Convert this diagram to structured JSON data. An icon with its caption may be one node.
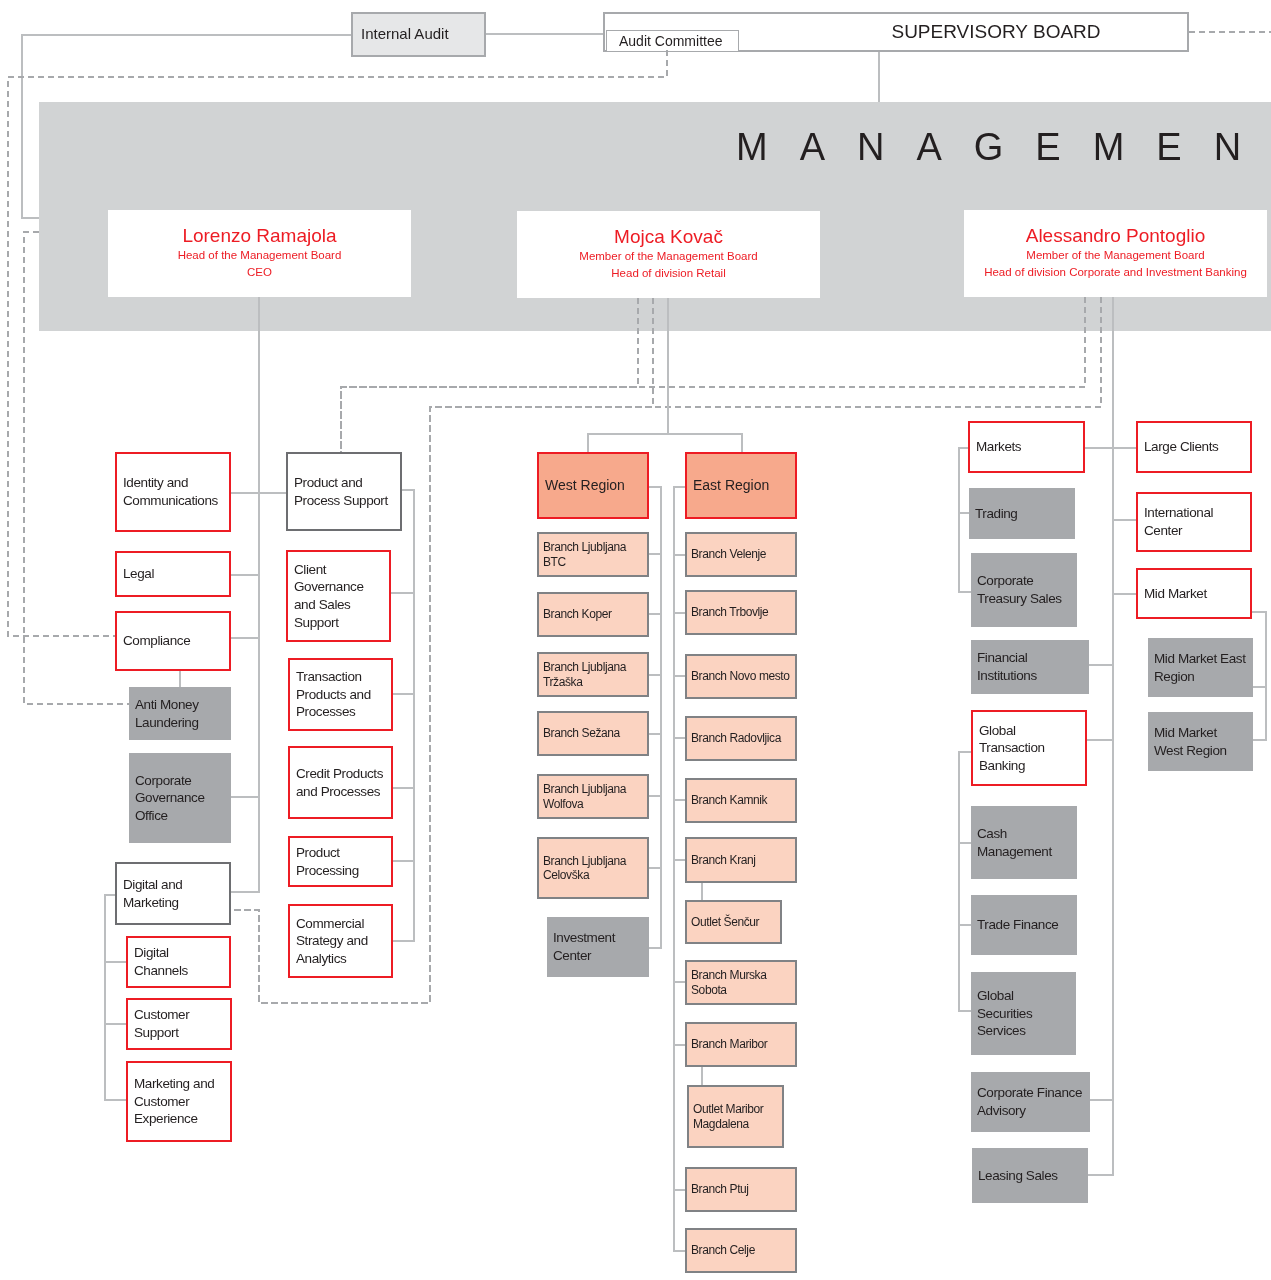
{
  "diagram": {
    "nodes": [
      {
        "text": [
          "Internal Audit"
        ]
      },
      {
        "text": [
          "SUPERVISORY BOARD"
        ]
      },
      {
        "text": [
          "Audit Committee"
        ],
        "in": 1
      },
      {
        "text": [
          "MANAGEMEN"
        ]
      },
      {
        "text": [
          "Lorenzo Ramajola",
          "Head of the Management Board",
          "CEO"
        ],
        "in": 3
      },
      {
        "text": [
          "Mojca Kovač",
          "Member of the Management Board",
          "Head of division Retail"
        ],
        "in": 3
      },
      {
        "text": [
          "Alessandro Pontoglio",
          "Member of the Management Board",
          "Head of division Corporate and Investment Banking"
        ],
        "in": 3
      },
      {
        "text": [
          "Identity and Communications"
        ]
      },
      {
        "text": [
          "Legal"
        ]
      },
      {
        "text": [
          "Compliance"
        ]
      },
      {
        "text": [
          "Anti Money Laundering"
        ]
      },
      {
        "text": [
          "Corporate Governance Office"
        ]
      },
      {
        "text": [
          "Digital and Marketing"
        ]
      },
      {
        "text": [
          "Digital Channels"
        ]
      },
      {
        "text": [
          "Customer Support"
        ]
      },
      {
        "text": [
          "Marketing and Customer Experience"
        ]
      },
      {
        "text": [
          "Product and Process Support"
        ]
      },
      {
        "text": [
          "Client Governance and Sales Support"
        ]
      },
      {
        "text": [
          "Transaction Products and Processes"
        ]
      },
      {
        "text": [
          "Credit Products and Processes"
        ]
      },
      {
        "text": [
          "Product Processing"
        ]
      },
      {
        "text": [
          "Commercial Strategy and Analytics"
        ]
      },
      {
        "text": [
          "West Region"
        ]
      },
      {
        "text": [
          "East Region"
        ]
      },
      {
        "text": [
          "Branch Ljubljana BTC"
        ]
      },
      {
        "text": [
          "Branch Koper"
        ]
      },
      {
        "text": [
          "Branch Ljubljana Tržaška"
        ]
      },
      {
        "text": [
          "Branch Sežana"
        ]
      },
      {
        "text": [
          "Branch Ljubljana Wolfova"
        ]
      },
      {
        "text": [
          "Branch Ljubljana Celovška"
        ]
      },
      {
        "text": [
          "Investment Center"
        ]
      },
      {
        "text": [
          "Branch Velenje"
        ]
      },
      {
        "text": [
          "Branch Trbovlje"
        ]
      },
      {
        "text": [
          "Branch Novo mesto"
        ]
      },
      {
        "text": [
          "Branch Radovljica"
        ]
      },
      {
        "text": [
          "Branch Kamnik"
        ]
      },
      {
        "text": [
          "Branch Kranj"
        ]
      },
      {
        "text": [
          "Outlet Šenčur"
        ]
      },
      {
        "text": [
          "Branch Murska Sobota"
        ]
      },
      {
        "text": [
          "Branch Maribor"
        ]
      },
      {
        "text": [
          "Outlet Maribor Magdalena"
        ]
      },
      {
        "text": [
          "Branch Ptuj"
        ]
      },
      {
        "text": [
          "Branch Celje"
        ]
      },
      {
        "text": [
          "Markets"
        ]
      },
      {
        "text": [
          "Trading"
        ]
      },
      {
        "text": [
          "Corporate Treasury Sales"
        ]
      },
      {
        "text": [
          "Financial Institutions"
        ]
      },
      {
        "text": [
          "Global Transaction Banking"
        ]
      },
      {
        "text": [
          "Cash Management"
        ]
      },
      {
        "text": [
          "Trade Finance"
        ]
      },
      {
        "text": [
          "Global Securities Services"
        ]
      },
      {
        "text": [
          "Corporate Finance Advisory"
        ]
      },
      {
        "text": [
          "Leasing Sales"
        ]
      },
      {
        "text": [
          "Large Clients"
        ]
      },
      {
        "text": [
          "International Center"
        ]
      },
      {
        "text": [
          "Mid Market"
        ]
      },
      {
        "text": [
          "Mid Market East Region"
        ]
      },
      {
        "text": [
          "Mid Market West Region"
        ]
      }
    ],
    "edges": [
      {
        "from": 0,
        "to": 1,
        "arrow": "none"
      },
      {
        "from": 0,
        "to": 3,
        "arrow": "none"
      },
      {
        "from": 1,
        "to": 3,
        "arrow": "none"
      },
      {
        "from": 1,
        "to": null,
        "arrow": "none",
        "style": "dashed"
      },
      {
        "from": 2,
        "to": 9,
        "arrow": "none",
        "style": "dashed"
      },
      {
        "from": 3,
        "to": 10,
        "arrow": "none",
        "style": "dashed"
      },
      {
        "from": 4,
        "to": 7,
        "arrow": "none"
      },
      {
        "from": 4,
        "to": 16,
        "arrow": "none"
      },
      {
        "from": 4,
        "to": 8,
        "arrow": "none"
      },
      {
        "from": 4,
        "to": 9,
        "arrow": "none"
      },
      {
        "from": 9,
        "to": 10,
        "arrow": "none"
      },
      {
        "from": 4,
        "to": 11,
        "arrow": "none"
      },
      {
        "from": 4,
        "to": 12,
        "arrow": "none"
      },
      {
        "from": 12,
        "to": 13,
        "arrow": "none"
      },
      {
        "from": 12,
        "to": 14,
        "arrow": "none"
      },
      {
        "from": 12,
        "to": 15,
        "arrow": "none"
      },
      {
        "from": 16,
        "to": 17,
        "arrow": "none"
      },
      {
        "from": 16,
        "to": 18,
        "arrow": "none"
      },
      {
        "from": 16,
        "to": 19,
        "arrow": "none"
      },
      {
        "from": 16,
        "to": 20,
        "arrow": "none"
      },
      {
        "from": 16,
        "to": 21,
        "arrow": "none"
      },
      {
        "from": 5,
        "to": 16,
        "arrow": "none",
        "style": "dashed"
      },
      {
        "from": 6,
        "to": 16,
        "arrow": "none",
        "style": "dashed"
      },
      {
        "from": 5,
        "to": 12,
        "arrow": "none",
        "style": "dashed"
      },
      {
        "from": 6,
        "to": 12,
        "arrow": "none",
        "style": "dashed"
      },
      {
        "from": 5,
        "to": 22,
        "arrow": "none"
      },
      {
        "from": 5,
        "to": 23,
        "arrow": "none"
      },
      {
        "from": 22,
        "to": 24,
        "arrow": "none"
      },
      {
        "from": 22,
        "to": 25,
        "arrow": "none"
      },
      {
        "from": 22,
        "to": 26,
        "arrow": "none"
      },
      {
        "from": 22,
        "to": 27,
        "arrow": "none"
      },
      {
        "from": 22,
        "to": 28,
        "arrow": "none"
      },
      {
        "from": 22,
        "to": 29,
        "arrow": "none"
      },
      {
        "from": 22,
        "to": 30,
        "arrow": "none"
      },
      {
        "from": 23,
        "to": 31,
        "arrow": "none"
      },
      {
        "from": 23,
        "to": 32,
        "arrow": "none"
      },
      {
        "from": 23,
        "to": 33,
        "arrow": "none"
      },
      {
        "from": 23,
        "to": 34,
        "arrow": "none"
      },
      {
        "from": 23,
        "to": 35,
        "arrow": "none"
      },
      {
        "from": 23,
        "to": 36,
        "arrow": "none"
      },
      {
        "from": 23,
        "to": 38,
        "arrow": "none"
      },
      {
        "from": 23,
        "to": 39,
        "arrow": "none"
      },
      {
        "from": 23,
        "to": 41,
        "arrow": "none"
      },
      {
        "from": 23,
        "to": 42,
        "arrow": "none"
      },
      {
        "from": 36,
        "to": 37,
        "arrow": "none"
      },
      {
        "from": 39,
        "to": 40,
        "arrow": "none"
      },
      {
        "from": 6,
        "to": 43,
        "arrow": "none"
      },
      {
        "from": 6,
        "to": 53,
        "arrow": "none"
      },
      {
        "from": 6,
        "to": 54,
        "arrow": "none"
      },
      {
        "from": 6,
        "to": 55,
        "arrow": "none"
      },
      {
        "from": 6,
        "to": 46,
        "arrow": "none"
      },
      {
        "from": 6,
        "to": 47,
        "arrow": "none"
      },
      {
        "from": 6,
        "to": 51,
        "arrow": "none"
      },
      {
        "from": 6,
        "to": 52,
        "arrow": "none"
      },
      {
        "from": 43,
        "to": 44,
        "arrow": "none"
      },
      {
        "from": 43,
        "to": 45,
        "arrow": "none"
      },
      {
        "from": 47,
        "to": 48,
        "arrow": "none"
      },
      {
        "from": 47,
        "to": 49,
        "arrow": "none"
      },
      {
        "from": 47,
        "to": 50,
        "arrow": "none"
      },
      {
        "from": 55,
        "to": 56,
        "arrow": "none"
      },
      {
        "from": 55,
        "to": 57,
        "arrow": "none"
      }
    ]
  }
}
